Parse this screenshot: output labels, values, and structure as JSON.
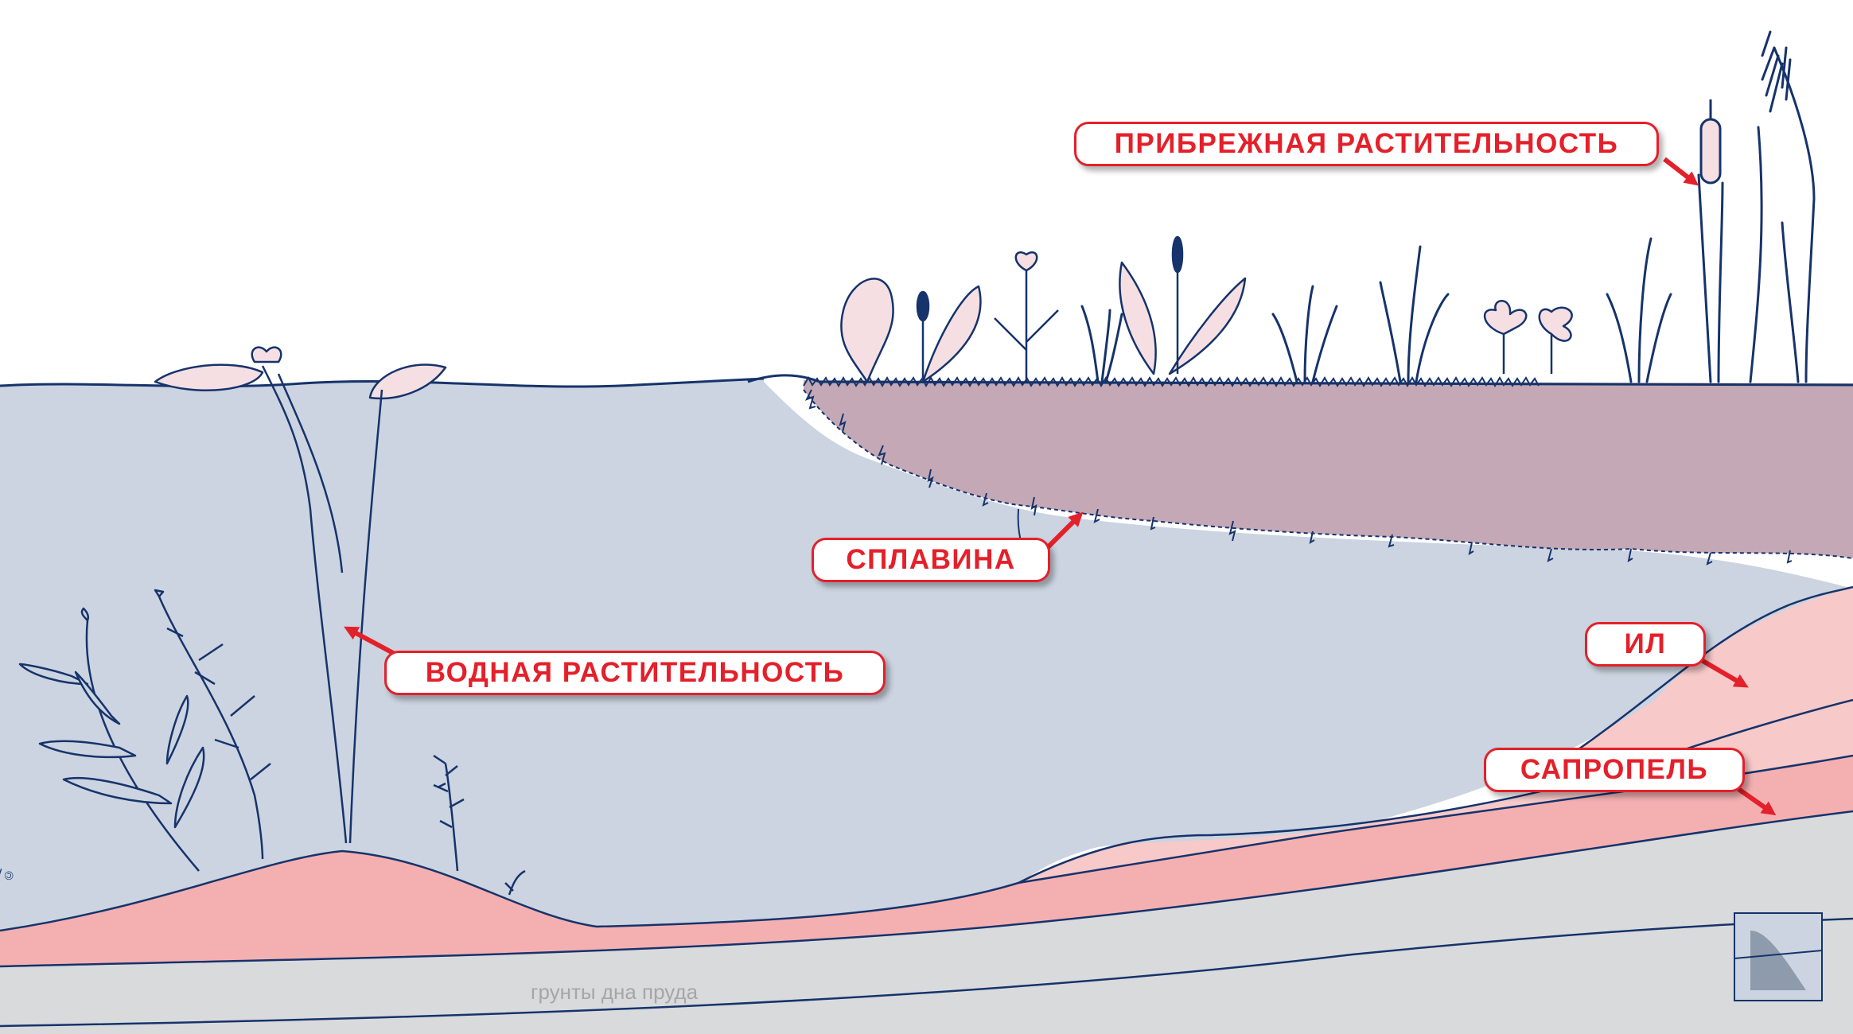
{
  "labels": {
    "coastal_vegetation": "ПРИБРЕЖНАЯ РАСТИТЕЛЬНОСТЬ",
    "floating_mat": "СПЛАВИНА",
    "aquatic_vegetation": "ВОДНАЯ РАСТИТЕЛЬНОСТЬ",
    "silt": "ИЛ",
    "sapropel": "САПРОПЕЛЬ",
    "pond_bottom_soils": "грунты дна пруда"
  },
  "copyright": "© Гидротехническое бюро",
  "colors": {
    "water": "#cbd4e0",
    "floating_mat": "#c4a8b5",
    "silt": "#f7c9c9",
    "sapropel": "#f4b0b1",
    "bottom_soil": "#d9dadc",
    "line": "#16336b",
    "accent": "#e4202a",
    "leaf_fill": "#f5dfe3"
  },
  "icons": [
    "grass-icon",
    "reed-icon",
    "cattail-icon",
    "water-lily-icon",
    "clover-icon",
    "submerged-plant-icon",
    "company-logo-icon"
  ]
}
